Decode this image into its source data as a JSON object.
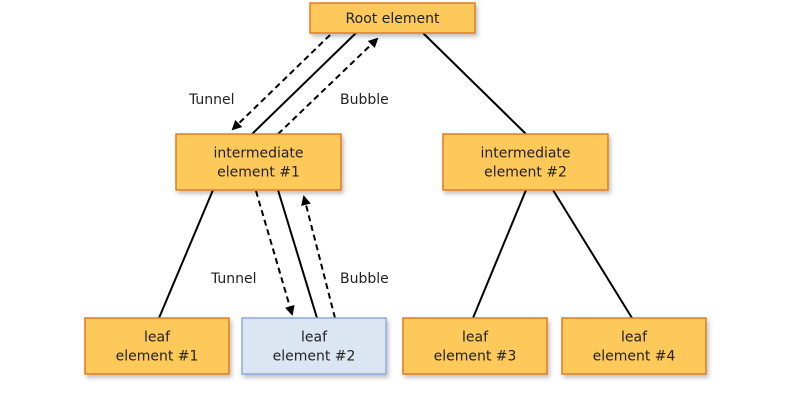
{
  "title": "Routed event tree: tunneling and bubbling",
  "colors": {
    "node_fill": "#FDC95A",
    "node_border": "#E07B24",
    "highlight_fill": "#DCE6F2",
    "highlight_border": "#8EA9DB",
    "line": "#000000",
    "text": "#222222"
  },
  "nodes": {
    "root": {
      "lines": [
        "Root element"
      ]
    },
    "intermediate1": {
      "lines": [
        "intermediate",
        "element #1"
      ]
    },
    "intermediate2": {
      "lines": [
        "intermediate",
        "element #2"
      ]
    },
    "leaf1": {
      "lines": [
        "leaf",
        "element #1"
      ]
    },
    "leaf2": {
      "lines": [
        "leaf",
        "element #2"
      ],
      "highlighted": true
    },
    "leaf3": {
      "lines": [
        "leaf",
        "element #3"
      ]
    },
    "leaf4": {
      "lines": [
        "leaf",
        "element #4"
      ]
    }
  },
  "edges": [
    {
      "from": "root",
      "to": "intermediate1"
    },
    {
      "from": "root",
      "to": "intermediate2"
    },
    {
      "from": "intermediate1",
      "to": "leaf1"
    },
    {
      "from": "intermediate1",
      "to": "leaf2"
    },
    {
      "from": "intermediate2",
      "to": "leaf3"
    },
    {
      "from": "intermediate2",
      "to": "leaf4"
    }
  ],
  "routes": {
    "upper": {
      "tunnel_label": "Tunnel",
      "bubble_label": "Bubble",
      "between": [
        "root",
        "intermediate1"
      ]
    },
    "lower": {
      "tunnel_label": "Tunnel",
      "bubble_label": "Bubble",
      "between": [
        "intermediate1",
        "leaf2"
      ]
    }
  }
}
